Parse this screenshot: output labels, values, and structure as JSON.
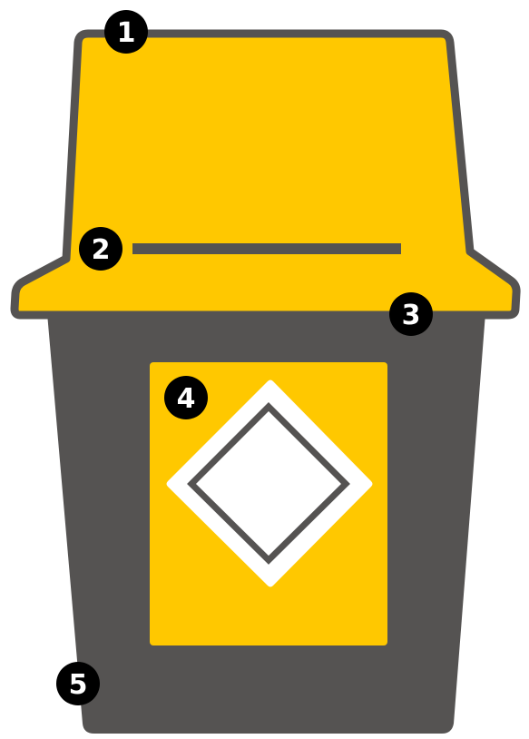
{
  "colors": {
    "lid_yellow": "#ffc800",
    "body_gray": "#555352",
    "outline_gray": "#555352",
    "label_yellow": "#ffc800",
    "diamond_white": "#ffffff",
    "diamond_stroke": "#555352",
    "callout_fill": "#000000",
    "callout_text": "#ffffff"
  },
  "callouts": [
    {
      "label": "1"
    },
    {
      "label": "2"
    },
    {
      "label": "3"
    },
    {
      "label": "4"
    },
    {
      "label": "5"
    }
  ]
}
